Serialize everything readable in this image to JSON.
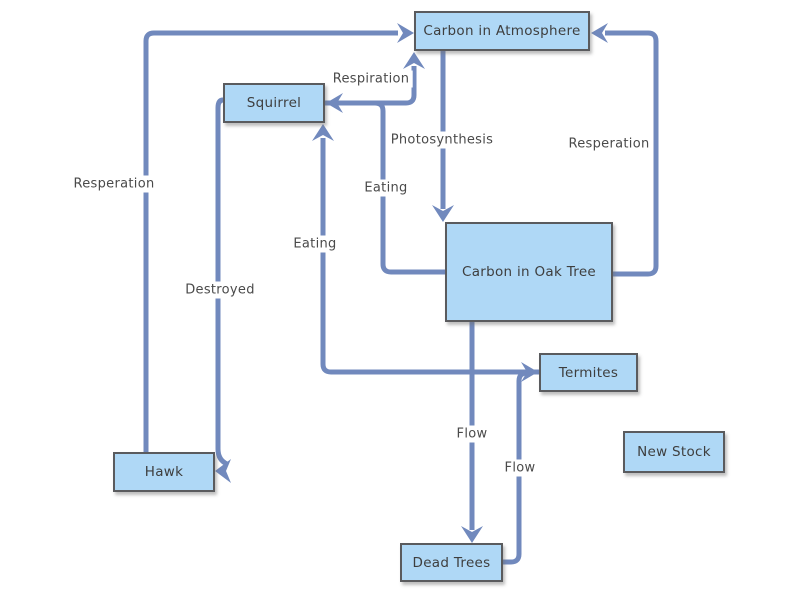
{
  "nodes": {
    "atmosphere": {
      "label": "Carbon in Atmosphere"
    },
    "squirrel": {
      "label": "Squirrel"
    },
    "oak_tree": {
      "label": "Carbon in Oak Tree"
    },
    "termites": {
      "label": "Termites"
    },
    "new_stock": {
      "label": "New Stock"
    },
    "hawk": {
      "label": "Hawk"
    },
    "dead_trees": {
      "label": "Dead Trees"
    }
  },
  "edges": [
    {
      "from": "hawk",
      "to": "atmosphere",
      "label": "Resperation"
    },
    {
      "from": "atmosphere",
      "to": "oak_tree",
      "label": "Photosynthesis"
    },
    {
      "from": "oak_tree",
      "to": "squirrel",
      "label": "Eating"
    },
    {
      "from": "squirrel",
      "to": "atmosphere",
      "label": "Respiration"
    },
    {
      "from": "oak_tree",
      "to": "atmosphere",
      "label": "Resperation"
    },
    {
      "from": "oak_tree",
      "to": "dead_trees",
      "label": "Flow"
    },
    {
      "from": "dead_trees",
      "to": "termites",
      "label": "Flow"
    },
    {
      "from": "termites",
      "to": "squirrel",
      "label": "Eating"
    },
    {
      "from": "squirrel",
      "to": "hawk",
      "label": "Destroyed"
    }
  ],
  "colors": {
    "node_fill": "#AFD8F6",
    "node_border": "#5A5B5E",
    "connector": "#7189BD",
    "text": "#3E3E3E",
    "canvas_background": "#FFFFFF"
  }
}
